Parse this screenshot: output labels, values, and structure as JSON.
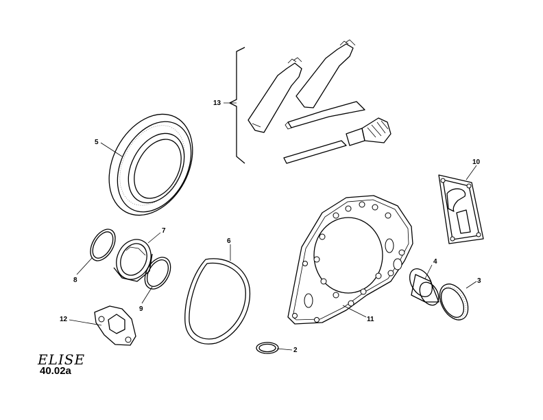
{
  "diagram": {
    "brand_logo_text": "ELISE",
    "plate_code": "40.02a",
    "callouts": [
      "2",
      "3",
      "4",
      "5",
      "6",
      "7",
      "8",
      "9",
      "10",
      "11",
      "12",
      "13"
    ]
  }
}
